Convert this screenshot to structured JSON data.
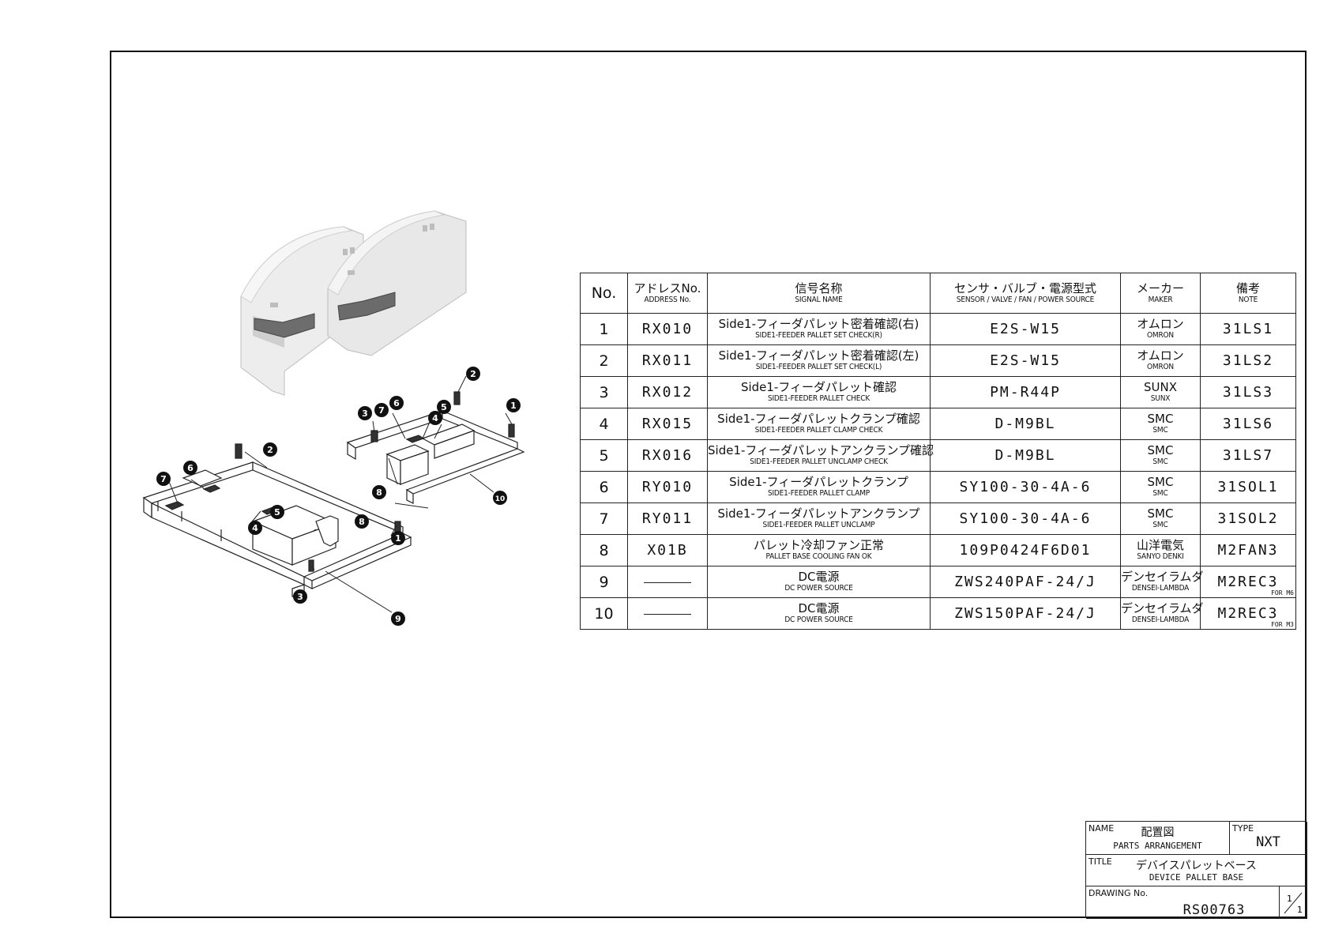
{
  "table": {
    "headers": [
      {
        "jp": "No.",
        "en": ""
      },
      {
        "jp": "アドレスNo.",
        "en": "ADDRESS No."
      },
      {
        "jp": "信号名称",
        "en": "SIGNAL NAME"
      },
      {
        "jp": "センサ・バルブ・電源型式",
        "en": "SENSOR / VALVE / FAN / POWER SOURCE"
      },
      {
        "jp": "メーカー",
        "en": "MAKER"
      },
      {
        "jp": "備考",
        "en": "NOTE"
      }
    ],
    "rows": [
      {
        "no": "1",
        "address": "RX010",
        "signal_jp": "Side1-フィーダパレット密着確認(右)",
        "signal_en": "SIDE1-FEEDER PALLET SET CHECK(R)",
        "model": "E2S-W15",
        "maker_jp": "オムロン",
        "maker_en": "OMRON",
        "note": "31LS1",
        "note_sub": ""
      },
      {
        "no": "2",
        "address": "RX011",
        "signal_jp": "Side1-フィーダパレット密着確認(左)",
        "signal_en": "SIDE1-FEEDER PALLET SET CHECK(L)",
        "model": "E2S-W15",
        "maker_jp": "オムロン",
        "maker_en": "OMRON",
        "note": "31LS2",
        "note_sub": ""
      },
      {
        "no": "3",
        "address": "RX012",
        "signal_jp": "Side1-フィーダパレット確認",
        "signal_en": "SIDE1-FEEDER PALLET CHECK",
        "model": "PM-R44P",
        "maker_jp": "SUNX",
        "maker_en": "SUNX",
        "note": "31LS3",
        "note_sub": ""
      },
      {
        "no": "4",
        "address": "RX015",
        "signal_jp": "Side1-フィーダパレットクランプ確認",
        "signal_en": "SIDE1-FEEDER PALLET CLAMP CHECK",
        "model": "D-M9BL",
        "maker_jp": "SMC",
        "maker_en": "SMC",
        "note": "31LS6",
        "note_sub": ""
      },
      {
        "no": "5",
        "address": "RX016",
        "signal_jp": "Side1-フィーダパレットアンクランプ確認",
        "signal_en": "SIDE1-FEEDER PALLET UNCLAMP CHECK",
        "model": "D-M9BL",
        "maker_jp": "SMC",
        "maker_en": "SMC",
        "note": "31LS7",
        "note_sub": ""
      },
      {
        "no": "6",
        "address": "RY010",
        "signal_jp": "Side1-フィーダパレットクランプ",
        "signal_en": "SIDE1-FEEDER PALLET CLAMP",
        "model": "SY100-30-4A-6",
        "maker_jp": "SMC",
        "maker_en": "SMC",
        "note": "31SOL1",
        "note_sub": ""
      },
      {
        "no": "7",
        "address": "RY011",
        "signal_jp": "Side1-フィーダパレットアンクランプ",
        "signal_en": "SIDE1-FEEDER PALLET UNCLAMP",
        "model": "SY100-30-4A-6",
        "maker_jp": "SMC",
        "maker_en": "SMC",
        "note": "31SOL2",
        "note_sub": ""
      },
      {
        "no": "8",
        "address": "X01B",
        "signal_jp": "パレット冷却ファン正常",
        "signal_en": "PALLET BASE COOLING FAN OK",
        "model": "109P0424F6D01",
        "maker_jp": "山洋電気",
        "maker_en": "SANYO DENKI",
        "note": "M2FAN3",
        "note_sub": ""
      },
      {
        "no": "9",
        "address": "",
        "signal_jp": "DC電源",
        "signal_en": "DC POWER SOURCE",
        "model": "ZWS240PAF-24/J",
        "maker_jp": "デンセイラムダ",
        "maker_en": "DENSEI-LAMBDA",
        "note": "M2REC3",
        "note_sub": "FOR M6"
      },
      {
        "no": "10",
        "address": "",
        "signal_jp": "DC電源",
        "signal_en": "DC POWER SOURCE",
        "model": "ZWS150PAF-24/J",
        "maker_jp": "デンセイラムダ",
        "maker_en": "DENSEI-LAMBDA",
        "note": "M2REC3",
        "note_sub": "FOR M3"
      }
    ]
  },
  "callouts": [
    "1",
    "2",
    "3",
    "4",
    "5",
    "6",
    "7",
    "8",
    "9",
    "10"
  ],
  "title_block": {
    "name_label": "NAME",
    "name_jp": "配置図",
    "name_en": "PARTS ARRANGEMENT",
    "type_label": "TYPE",
    "type_value": "NXT",
    "title_label": "TITLE",
    "title_jp": "デバイスパレットベース",
    "title_en": "DEVICE PALLET BASE",
    "drawing_label": "DRAWING No.",
    "drawing_no": "RS00763",
    "sheet_num": "1",
    "sheet_den": "1"
  }
}
